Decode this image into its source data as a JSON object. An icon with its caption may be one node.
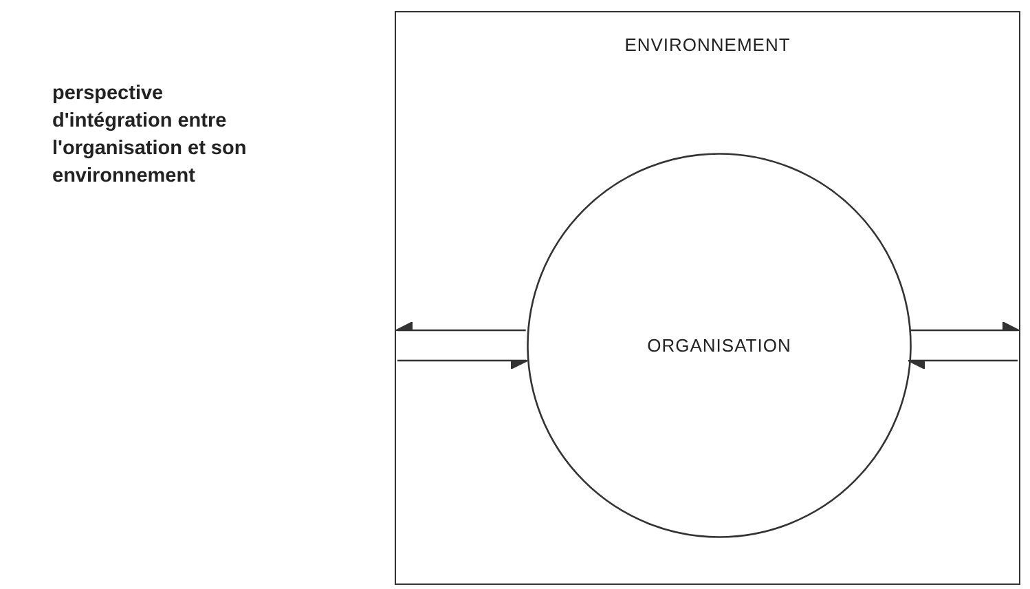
{
  "diagram": {
    "nodes": [
      {
        "text": [
          "ENVIRONNEMENT"
        ]
      },
      {
        "text": [
          "ORGANISATION"
        ],
        "in": 0
      }
    ],
    "edges": [
      {
        "from": 1,
        "to": 0,
        "arrow": "to"
      },
      {
        "from": 0,
        "to": 1,
        "arrow": "to"
      },
      {
        "from": 1,
        "to": 0,
        "arrow": "to"
      },
      {
        "from": 0,
        "to": 1,
        "arrow": "to"
      }
    ],
    "labels": [
      "perspective d'intégration entre l'organisation et son environnement"
    ]
  }
}
